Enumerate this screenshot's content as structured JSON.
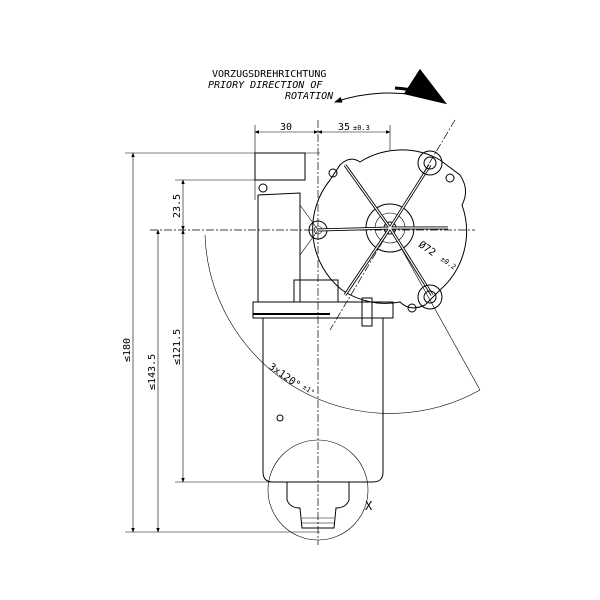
{
  "rotation_note": {
    "de": "VORZUGSDREHRICHTUNG",
    "en_line1": "PRIORY DIRECTION OF",
    "en_line2": "ROTATION"
  },
  "dimensions": {
    "width_left": "30",
    "width_right": "35",
    "width_right_tol": "±0.3",
    "height_total": "≤180",
    "height_143": "≤143.5",
    "height_121": "≤121.5",
    "offset_top": "23.5",
    "bolt_circle": "Ø72",
    "bolt_circle_tol": "±0.2",
    "angle": "3x120°",
    "angle_tol": "±1°"
  },
  "detail_label": "X"
}
